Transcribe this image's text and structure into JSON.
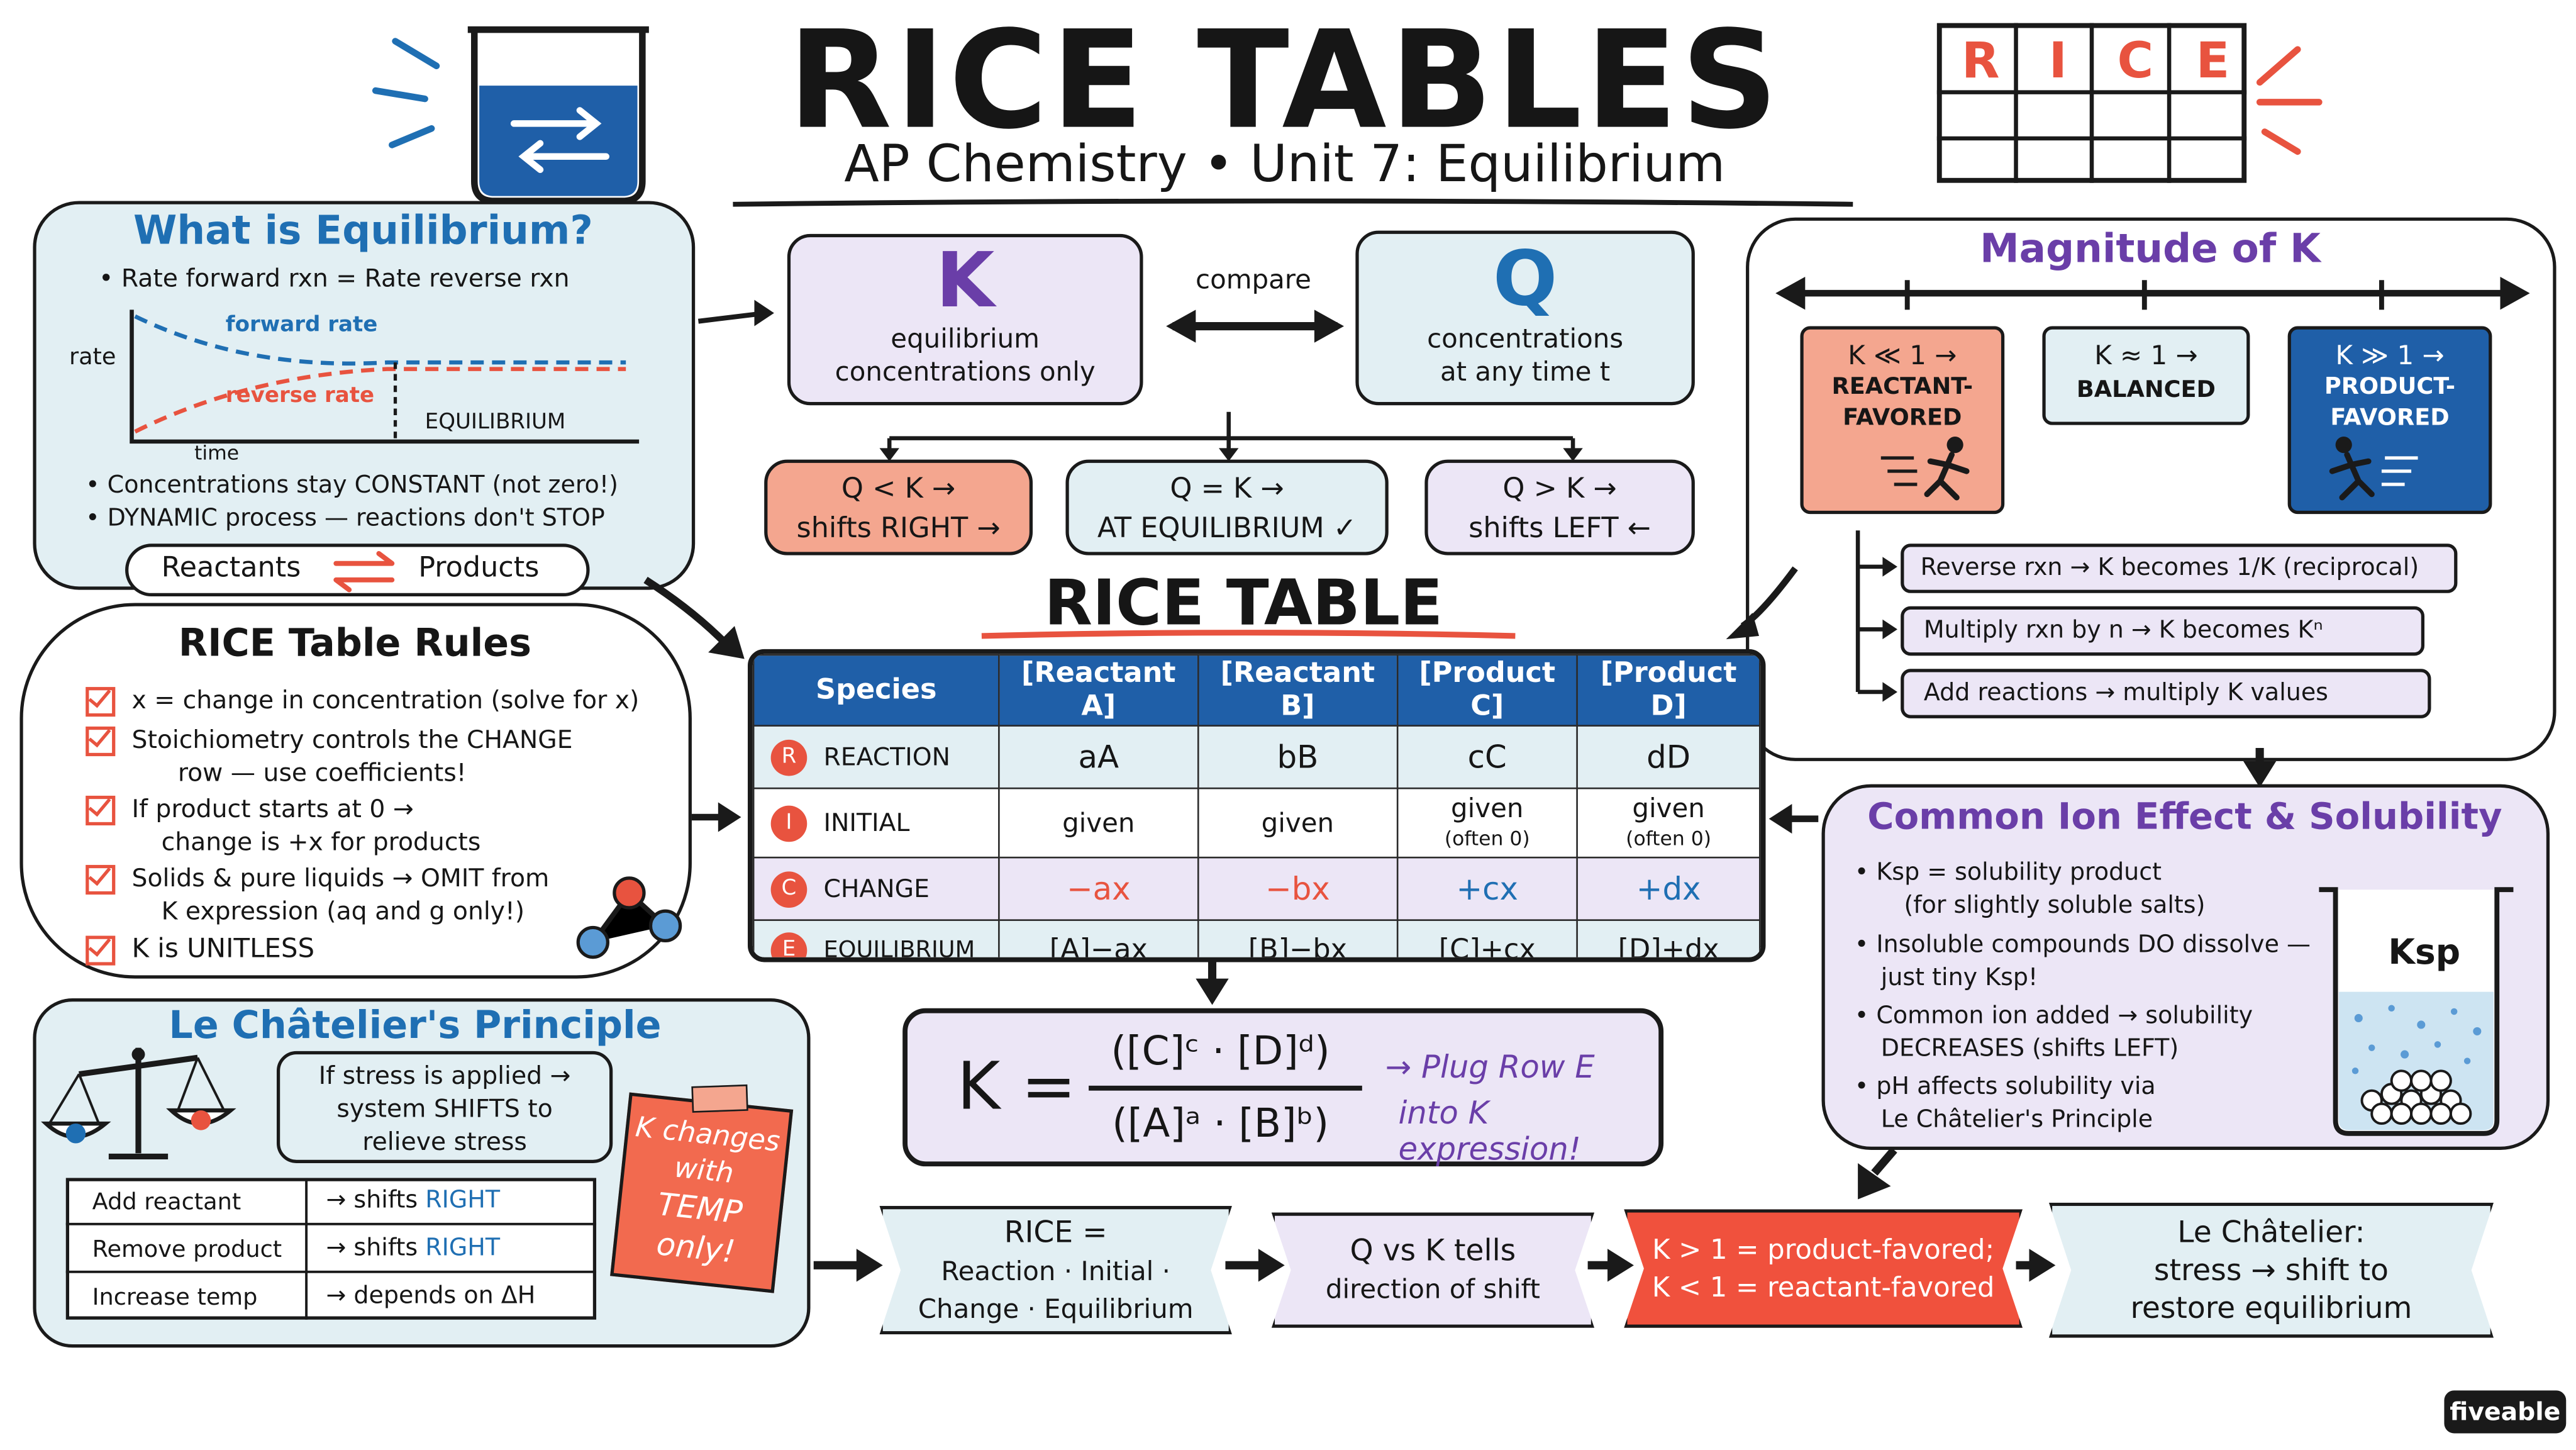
{
  "header": {
    "title": "RICE TABLES",
    "subtitle": "AP Chemistry • Unit 7: Equilibrium",
    "rice_letters": [
      "R",
      "I",
      "C",
      "E"
    ]
  },
  "equilibrium": {
    "title": "What is Equilibrium?",
    "bullet1": "Rate forward rxn = Rate reverse rxn",
    "graph_ylabel": "rate",
    "graph_xlabel": "time",
    "forward_label": "forward rate",
    "reverse_label": "reverse rate",
    "eq_label": "EQUILIBRIUM",
    "bullet2": "Concentrations stay CONSTANT (not zero!)",
    "bullet3": "DYNAMIC process — reactions don't STOP",
    "reactants": "Reactants",
    "products": "Products"
  },
  "k_box": {
    "letter": "K",
    "line1": "equilibrium",
    "line2": "concentrations only"
  },
  "compare": "compare",
  "q_box": {
    "letter": "Q",
    "line1": "concentrations",
    "line2": "at any time t"
  },
  "qk": [
    {
      "line1": "Q < K →",
      "line2": "shifts RIGHT →"
    },
    {
      "line1": "Q = K →",
      "line2": "AT EQUILIBRIUM ✓"
    },
    {
      "line1": "Q > K →",
      "line2": "shifts LEFT ←"
    }
  ],
  "magnitude": {
    "title": "Magnitude of K",
    "small": {
      "line1": "K ≪ 1 →",
      "line2": "REACTANT-",
      "line3": "FAVORED"
    },
    "mid": {
      "line1": "K ≈ 1 →",
      "line2": "BALANCED"
    },
    "large": {
      "line1": "K ≫ 1 →",
      "line2": "PRODUCT-",
      "line3": "FAVORED"
    },
    "rules": [
      "Reverse rxn → K becomes 1/K (reciprocal)",
      "Multiply rxn by n → K becomes Kⁿ",
      "Add reactions → multiply K values"
    ]
  },
  "rules": {
    "title": "RICE Table Rules",
    "items": [
      [
        "x = change in concentration (solve for x)"
      ],
      [
        "Stoichiometry controls the CHANGE",
        "row — use coefficients!"
      ],
      [
        "If product starts at 0 →",
        "change is +x for products"
      ],
      [
        "Solids & pure liquids → OMIT from",
        "K expression (aq and g only!)"
      ],
      [
        "K is UNITLESS"
      ]
    ]
  },
  "rice_table": {
    "title": "RICE TABLE",
    "headers": [
      "Species",
      "[Reactant A]",
      "[Reactant B]",
      "[Product C]",
      "[Product D]"
    ],
    "rows": [
      {
        "letter": "R",
        "label": "REACTION",
        "cells": [
          "aA",
          "bB",
          "cC",
          "dD"
        ]
      },
      {
        "letter": "I",
        "label": "INITIAL",
        "cells": [
          "given",
          "given",
          "given",
          "given"
        ],
        "notes": [
          "",
          "",
          "(often 0)",
          "(often 0)"
        ]
      },
      {
        "letter": "C",
        "label": "CHANGE",
        "cells": [
          "−ax",
          "−bx",
          "+cx",
          "+dx"
        ]
      },
      {
        "letter": "E",
        "label": "EQUILIBRIUM",
        "cells": [
          "[A]−ax",
          "[B]−bx",
          "[C]+cx",
          "[D]+dx"
        ]
      }
    ]
  },
  "kexpr": {
    "k": "K =",
    "numerator": "([C]ᶜ · [D]ᵈ)",
    "denominator": "([A]ᵃ · [B]ᵇ)",
    "note1": "→ Plug Row E",
    "note2": "into K expression!"
  },
  "common_ion": {
    "title": "Common Ion Effect & Solubility",
    "items": [
      [
        "Ksp = solubility product",
        "(for slightly soluble salts)"
      ],
      [
        "Insoluble compounds DO dissolve —",
        "just tiny Ksp!"
      ],
      [
        "Common ion added → solubility",
        "DECREASES (shifts LEFT)"
      ],
      [
        "pH affects solubility via",
        "Le Châtelier's Principle"
      ]
    ],
    "beaker_label": "Ksp"
  },
  "le_chatelier": {
    "title": "Le Châtelier's Principle",
    "stress_text": [
      "If stress is applied →",
      "system SHIFTS to",
      "relieve stress"
    ],
    "rows": [
      {
        "stress": "Add reactant",
        "shift_prefix": "→ shifts",
        "shift": "RIGHT"
      },
      {
        "stress": "Remove product",
        "shift_prefix": "→ shifts",
        "shift": "RIGHT"
      },
      {
        "stress": "Increase temp",
        "shift_prefix": "→ depends on ΔH",
        "shift": ""
      }
    ],
    "note": [
      "K changes",
      "with",
      "TEMP",
      "only!"
    ]
  },
  "summary": [
    [
      "RICE =",
      "Reaction · Initial ·",
      "Change · Equilibrium"
    ],
    [
      "Q vs K tells",
      "direction of shift"
    ],
    [
      "K > 1 = product-favored;",
      "K < 1 = reactant-favored"
    ],
    [
      "Le Châtelier:",
      "stress → shift to",
      "restore equilibrium"
    ]
  ],
  "brand": "fiveable",
  "colors": {
    "blue": "#1f5fa8",
    "red": "#e8533f",
    "purple": "#6a3ea8",
    "lavender": "#ece6f6",
    "light_blue": "#e2eff3",
    "salmon": "#f4a68f"
  }
}
